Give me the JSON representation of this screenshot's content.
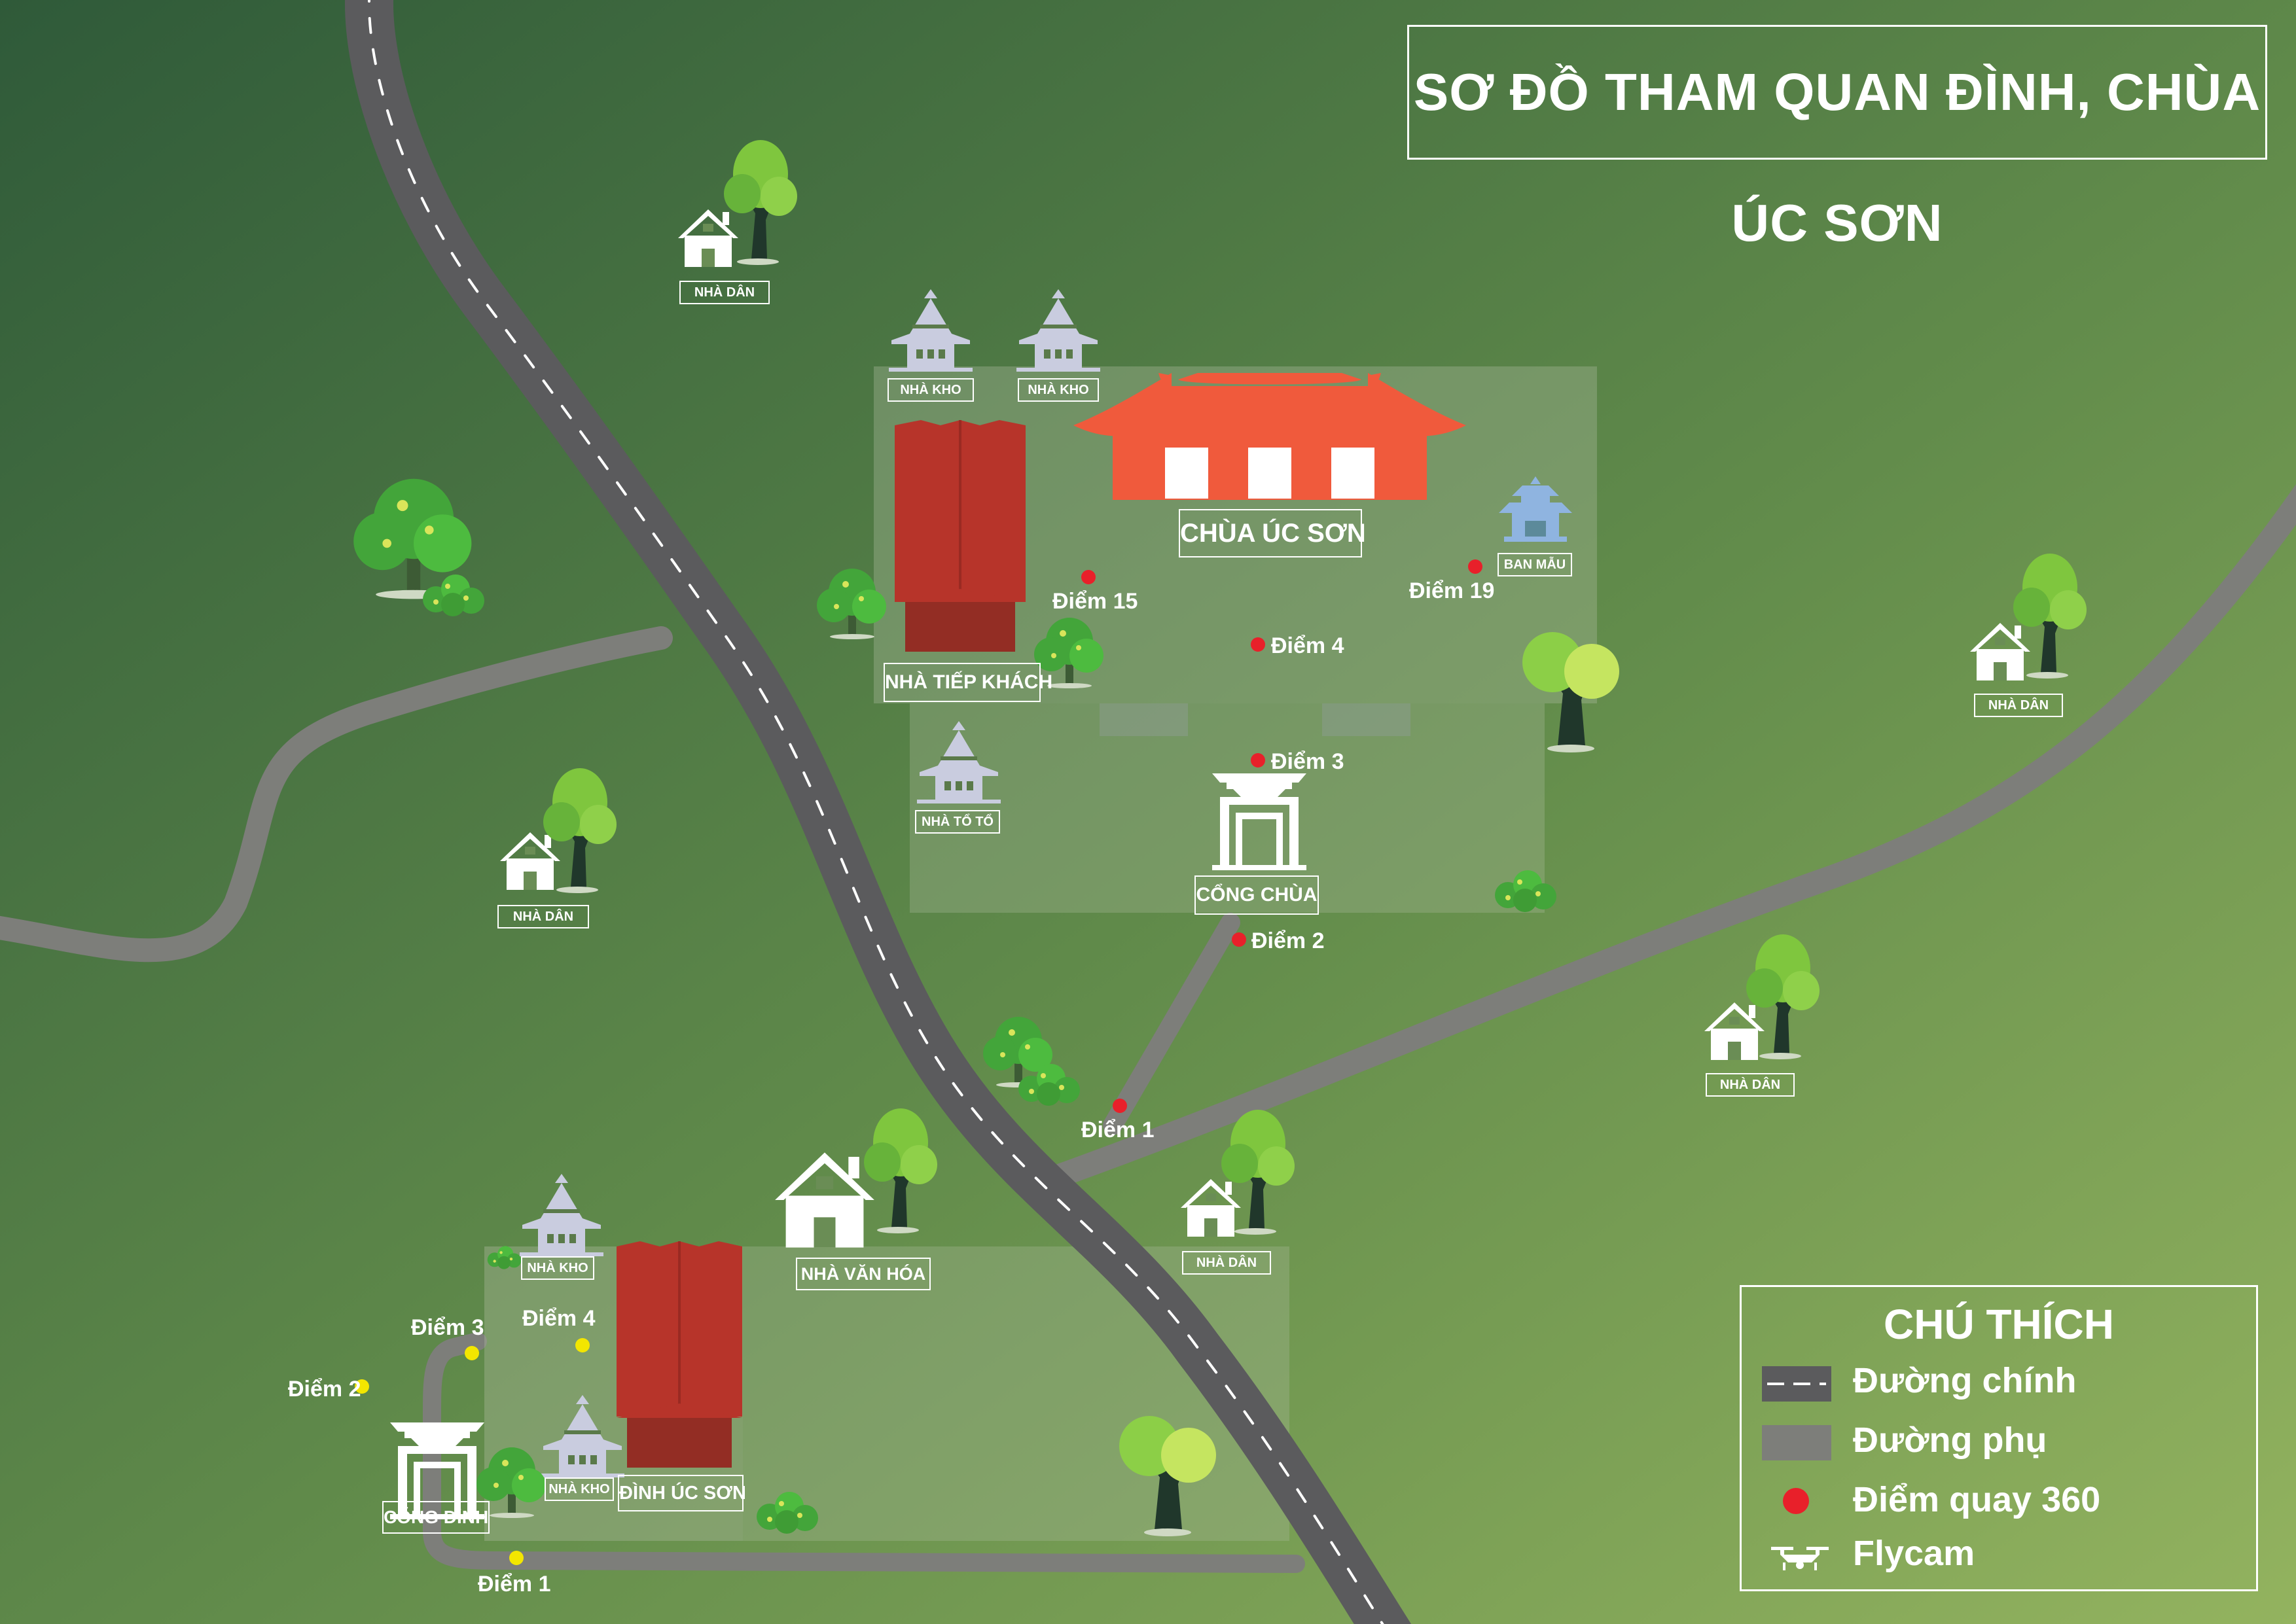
{
  "title": "SƠ ĐỒ THAM QUAN ĐÌNH, CHÙA ÚC SƠN",
  "colors": {
    "background_dark": "#2f5a39",
    "background_light": "#93b35f",
    "main_road": "#5b5b5d",
    "side_road": "#7d7e7a",
    "area_overlay": "#a9b89a",
    "pagoda_roof": "#f05a3c",
    "communal_roof": "#b7342a",
    "camera_point": "#e8202a",
    "flycam_point": "#f3e600",
    "warehouse_icon": "#c9ccdf",
    "shrine_icon": "#8fb4e0"
  },
  "labels": {
    "chua_uc_son": "CHÙA ÚC SƠN",
    "nha_tiep_khach": "NHÀ TIẾP KHÁCH",
    "nha_to_to": "NHÀ TỔ TỔ",
    "cong_chua": "CỔNG CHÙA",
    "ban_mau": "BAN MẪU",
    "nha_kho": "NHÀ KHO",
    "nha_dan": "NHÀ DÂN",
    "nha_van_hoa": "NHÀ VĂN HÓA",
    "dinh_uc_son": "ĐÌNH ÚC SƠN",
    "cong_dinh": "CỔNG ĐÌNH"
  },
  "points": {
    "p15": "Điểm 15",
    "p19": "Điểm 19",
    "p4": "Điểm 4",
    "p3": "Điểm 3",
    "p2": "Điểm 2",
    "p1": "Điểm 1",
    "d4": "Điểm 4",
    "d3": "Điểm 3",
    "d2": "Điểm 2",
    "d1": "Điểm 1"
  },
  "legend": {
    "title": "CHÚ THÍCH",
    "main_road": "Đường chính",
    "side_road": "Đường phụ",
    "camera_point": "Điểm quay 360",
    "flycam": "Flycam"
  },
  "icons": {
    "pagoda": "pagoda-icon",
    "warehouse": "warehouse-icon",
    "house": "house-icon",
    "tree": "tree-icon",
    "bush": "bush-icon",
    "gate": "gate-icon",
    "shrine": "shrine-icon",
    "camera_dot": "camera-dot-icon",
    "flycam_dot": "flycam-dot-icon",
    "drone": "drone-icon"
  }
}
